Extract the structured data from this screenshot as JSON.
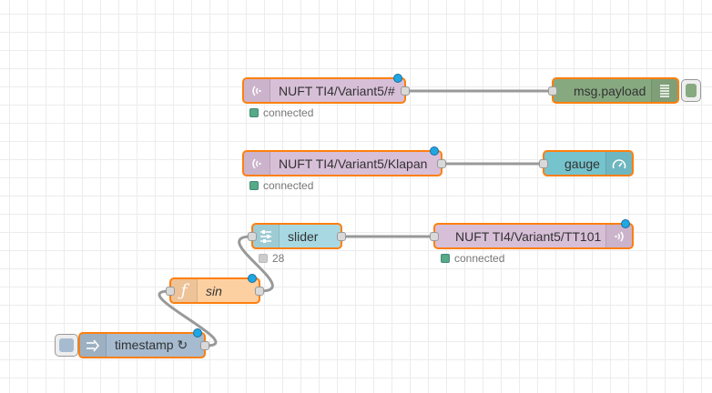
{
  "nodes": {
    "mqtt_in_1": {
      "label": "NUFT TI4/Variant5/#",
      "status": "connected",
      "icon": "radio-waves-icon"
    },
    "mqtt_in_2": {
      "label": "NUFT TI4/Variant5/Klapan",
      "status": "connected",
      "icon": "radio-waves-icon"
    },
    "debug": {
      "label": "msg.payload",
      "icon": "list-lines-icon"
    },
    "gauge": {
      "label": "gauge",
      "icon": "gauge-icon"
    },
    "slider": {
      "label": "slider",
      "status": "28",
      "icon": "sliders-icon"
    },
    "mqtt_out": {
      "label": "NUFT TI4/Variant5/TT101",
      "status": "connected",
      "icon": "radio-waves-icon"
    },
    "function": {
      "label": "sin",
      "icon": "function-icon"
    },
    "inject": {
      "label": "timestamp ↻",
      "icon": "inject-arrow-icon"
    }
  },
  "colors": {
    "mqtt": "#d8bfd8",
    "debug": "#87a980",
    "gauge": "#75c3cc",
    "slider": "#a8d9e3",
    "function": "#fdd0a2",
    "inject": "#a6bbcf",
    "selected_border": "#ff7f0e",
    "status_connected": "#55aa88",
    "wire": "#999999"
  }
}
